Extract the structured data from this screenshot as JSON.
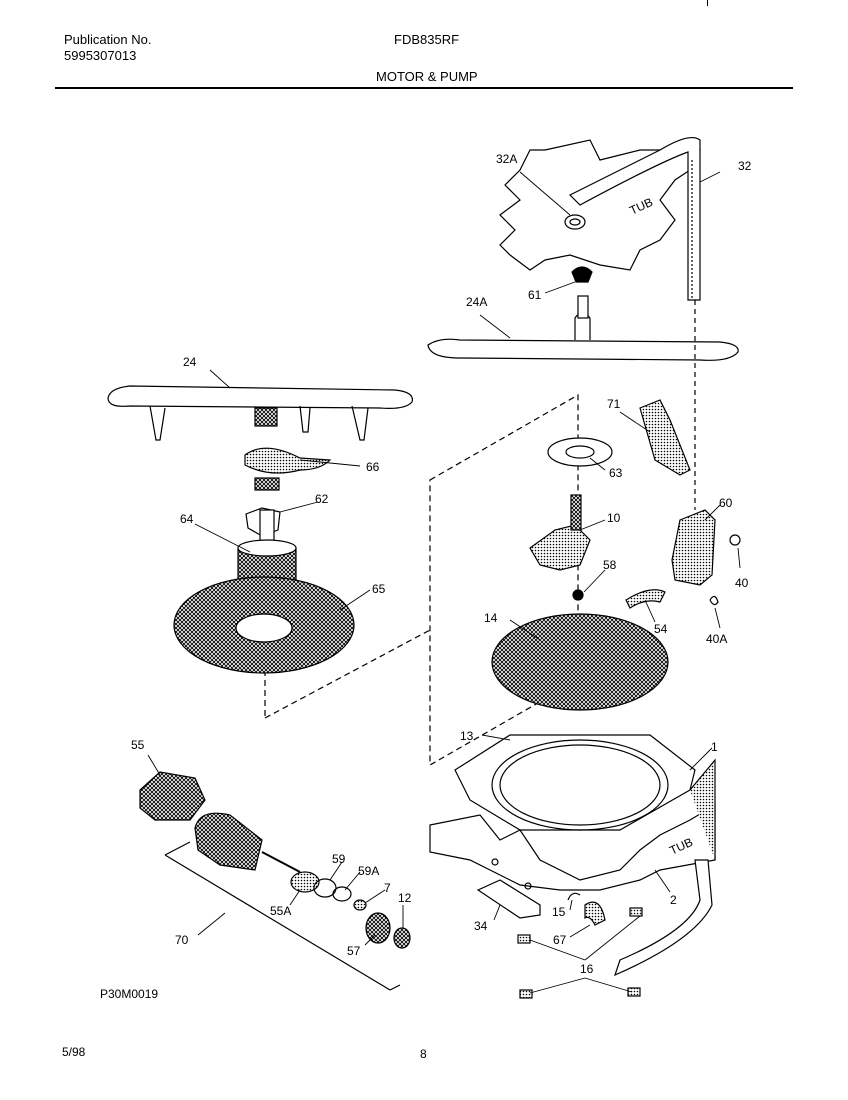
{
  "header": {
    "publication_label": "Publication No.",
    "publication_number": "5995307013",
    "model": "FDB835RF",
    "section_title": "MOTOR & PUMP"
  },
  "diagram": {
    "callouts": [
      "32A",
      "32",
      "61",
      "24A",
      "24",
      "71",
      "66",
      "63",
      "62",
      "10",
      "60",
      "64",
      "58",
      "40",
      "65",
      "14",
      "54",
      "40A",
      "13",
      "1",
      "55",
      "59",
      "59A",
      "7",
      "12",
      "55A",
      "2",
      "15",
      "34",
      "67",
      "57",
      "70",
      "16"
    ],
    "tub_labels": [
      "TUB",
      "TUB"
    ],
    "figure_id": "P30M0019"
  },
  "footer": {
    "date": "5/98",
    "page": "8"
  }
}
